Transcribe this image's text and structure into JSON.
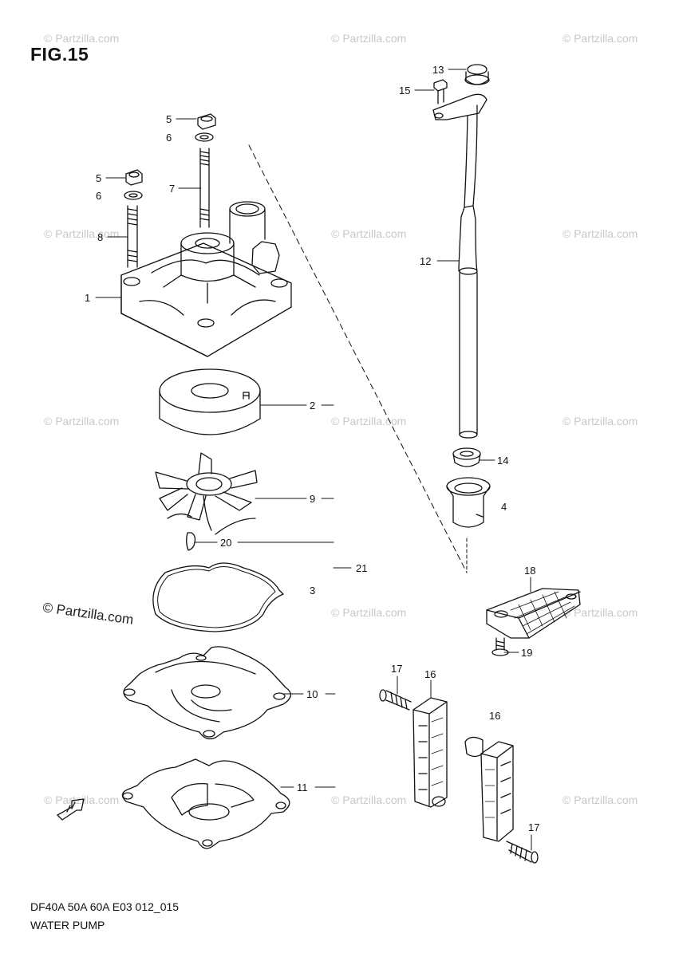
{
  "figure": {
    "title": "FIG.15",
    "code": "DF40A 50A 60A E03 012_015",
    "name": "WATER PUMP"
  },
  "watermark": {
    "main": "© Partzilla.com",
    "faint_site": "© Partzilla.com"
  },
  "callouts": {
    "c1": "1",
    "c2": "2",
    "c3": "3",
    "c4": "4",
    "c5a": "5",
    "c5b": "5",
    "c6a": "6",
    "c6b": "6",
    "c7": "7",
    "c8": "8",
    "c9": "9",
    "c10": "10",
    "c11": "11",
    "c12": "12",
    "c13": "13",
    "c14": "14",
    "c15": "15",
    "c16a": "16",
    "c16b": "16",
    "c17a": "17",
    "c17b": "17",
    "c18": "18",
    "c19": "19",
    "c20": "20",
    "c21": "21"
  },
  "colors": {
    "line": "#111111",
    "watermark": "#c8c8c8"
  },
  "icons": {
    "front_arrow": "fwd-arrow-icon"
  }
}
